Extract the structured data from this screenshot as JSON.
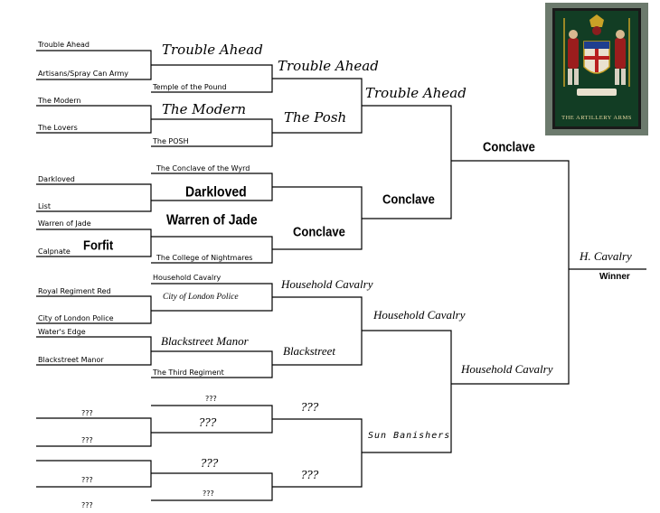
{
  "round1": {
    "m1": [
      "Trouble Ahead",
      "Artisans/Spray Can Army"
    ],
    "m2": [
      "The Modern",
      "The Lovers"
    ],
    "m3": [
      "Darkloved",
      "List"
    ],
    "m4": [
      "Warren of Jade",
      "Calpnate"
    ],
    "m5": [
      "Royal Regiment Red",
      "City of London Police"
    ],
    "m6": [
      "Water's Edge",
      "Blackstreet Manor"
    ],
    "m7": [
      "???",
      "???"
    ],
    "m8": [
      "???",
      "???"
    ]
  },
  "round2": {
    "m1": [
      "Trouble Ahead",
      "Temple of the Pound"
    ],
    "m2": [
      "The Modern",
      "The POSH"
    ],
    "m3": [
      "The Conclave of the Wyrd",
      "Darkloved"
    ],
    "m4": [
      "Warren of Jade",
      "The College of Nightmares"
    ],
    "m5": [
      "Household Cavalry",
      "City of London Police"
    ],
    "m6": [
      "Blackstreet Manor",
      "The Third Regiment"
    ],
    "m7": [
      "???",
      "???"
    ],
    "m8": [
      "???",
      "???"
    ]
  },
  "forfeit_note": "Forfit",
  "round3": {
    "m1": [
      "Trouble Ahead",
      "The Posh"
    ],
    "m2": [
      "Conclave"
    ],
    "m3": [
      "Household Cavalry",
      "Blackstreet"
    ],
    "m4": [
      "???",
      "???"
    ]
  },
  "round4": {
    "m1": [
      "Trouble Ahead",
      "Conclave"
    ],
    "m2": [
      "Household Cavalry",
      "Sun Banishers"
    ]
  },
  "semifinal": [
    "Conclave",
    "Household Cavalry"
  ],
  "final": {
    "champion": "H. Cavalry",
    "label": "Winner"
  },
  "sign": {
    "caption": "THE ARTILLERY ARMS",
    "icon": "pub-sign-image"
  }
}
